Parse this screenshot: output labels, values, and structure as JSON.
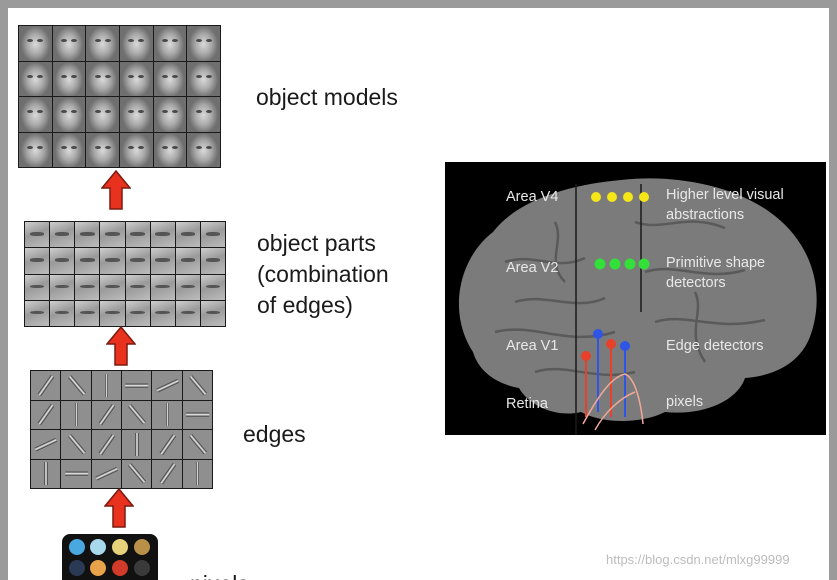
{
  "hierarchy": {
    "labels": {
      "object_models": "object models",
      "object_parts": [
        "object parts",
        "(combination",
        "of edges)"
      ],
      "edges": "edges",
      "pixels": "pixels"
    }
  },
  "brain": {
    "areas": [
      {
        "name": "Area V4",
        "description": [
          "Higher level visual",
          "abstractions"
        ],
        "color": "#f5e617"
      },
      {
        "name": "Area V2",
        "description": [
          "Primitive shape",
          "detectors"
        ],
        "color": "#33e03a"
      },
      {
        "name": "Area V1",
        "description": [
          "Edge detectors"
        ],
        "color": "#2f55e6"
      },
      {
        "name": "Retina",
        "description": [
          "pixels"
        ],
        "color": "#e8402a"
      }
    ]
  },
  "colors": {
    "arrow": "#e8321e",
    "arrow_outline": "#7a1a10",
    "brain_tissue": "#7b7b7b"
  },
  "watermark": "https://blog.csdn.net/mlxg99999"
}
